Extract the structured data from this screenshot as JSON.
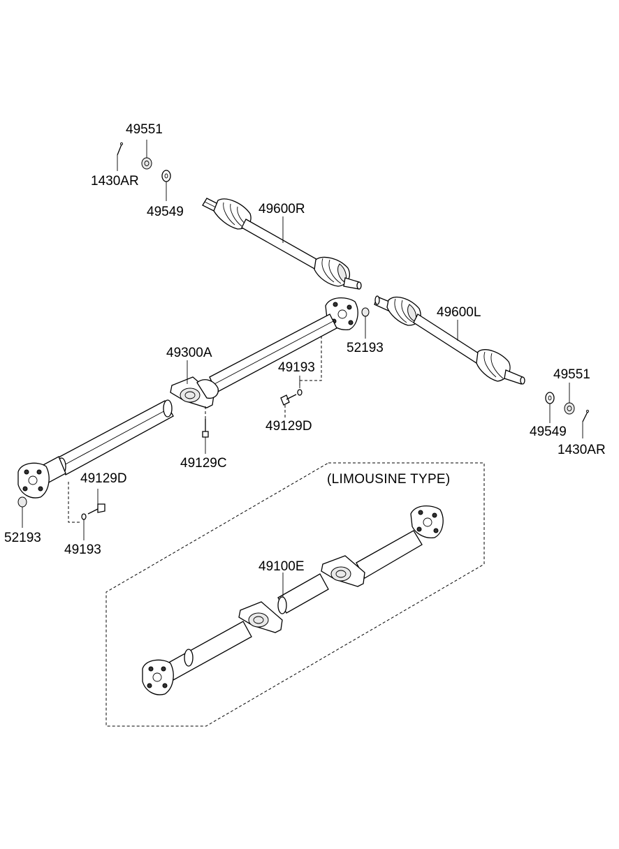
{
  "section_title": "(LIMOUSINE TYPE)",
  "labels": {
    "p49551_top": "49551",
    "p1430AR_top": "1430AR",
    "p49549_top": "49549",
    "p49600R": "49600R",
    "p49600L": "49600L",
    "p52193_right": "52193",
    "p49300A": "49300A",
    "p49193_mid": "49193",
    "p49129D_mid": "49129D",
    "p49129C": "49129C",
    "p49551_right": "49551",
    "p49549_right": "49549",
    "p1430AR_right": "1430AR",
    "p49129D_left": "49129D",
    "p52193_left": "52193",
    "p49193_left": "49193",
    "p49100E": "49100E"
  }
}
